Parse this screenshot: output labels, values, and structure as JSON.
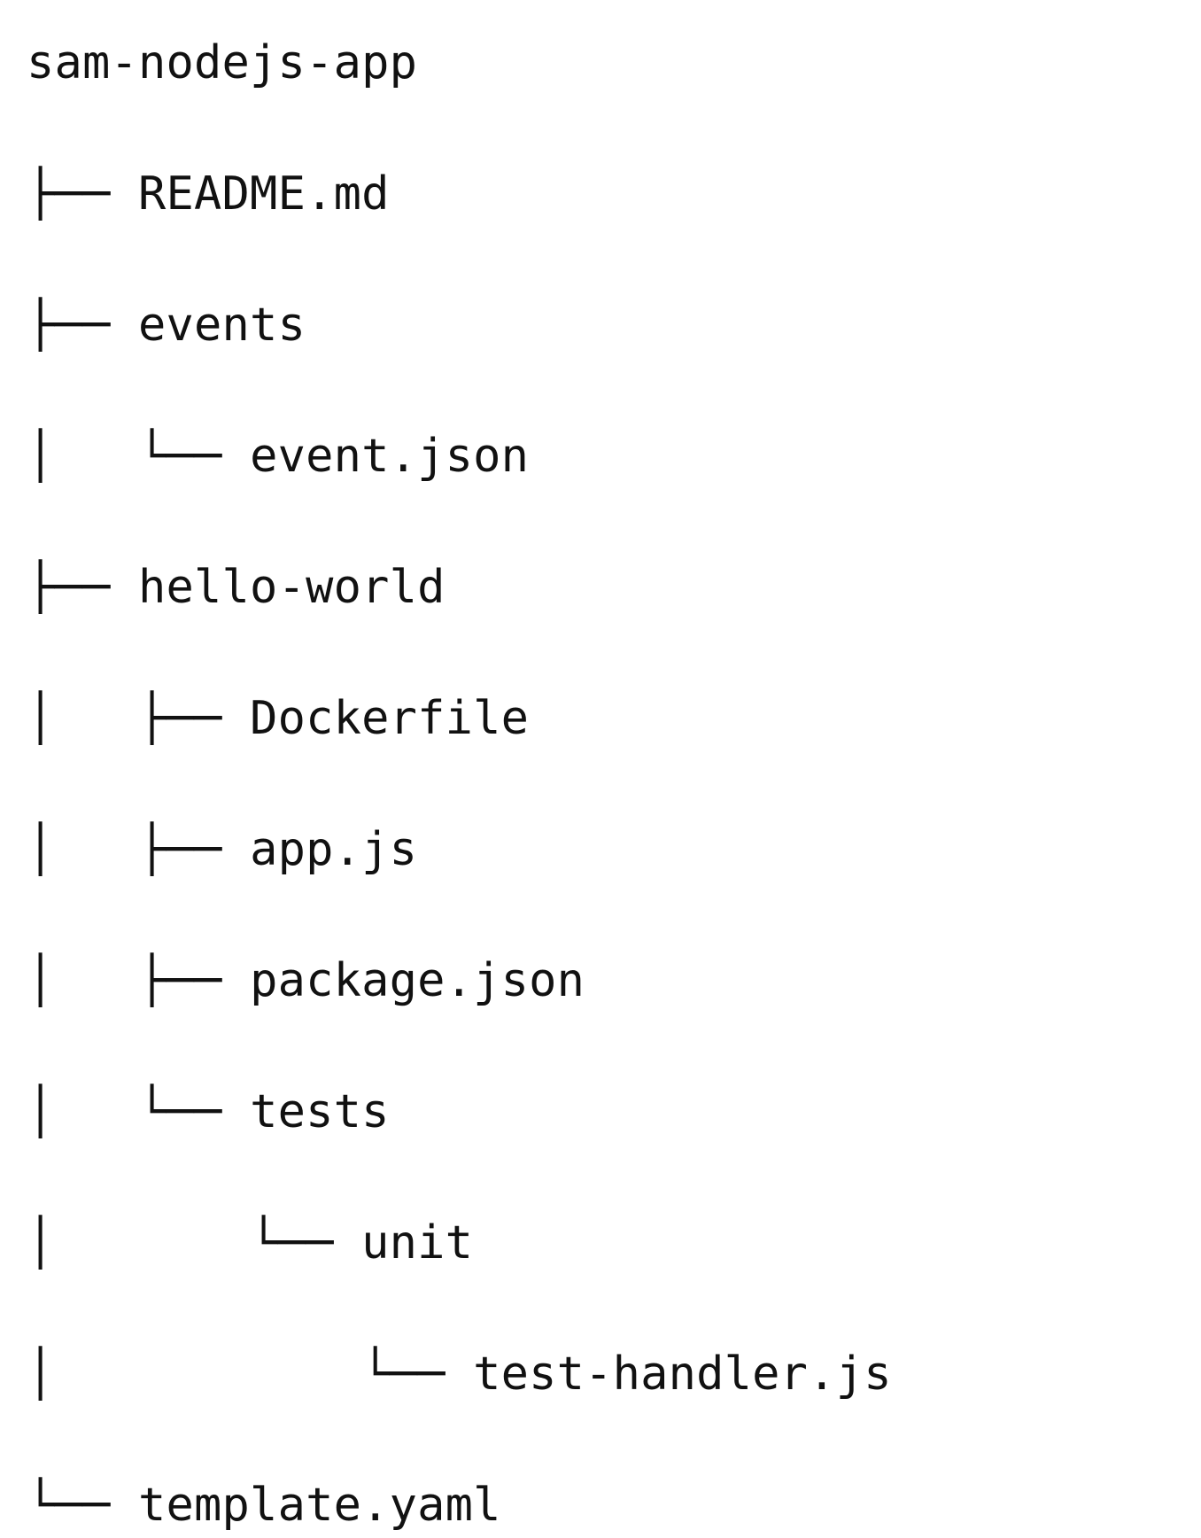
{
  "figure": {
    "kind": "ascii-directory-tree",
    "background_color": "#ffffff",
    "text_color": "#111111",
    "root_label": "sam-nodejs-app"
  },
  "tree": {
    "rows": [
      {
        "prefix": "",
        "label": "sam-nodejs-app",
        "depth": 0,
        "kind": "directory"
      },
      {
        "prefix": "├── ",
        "label": "README.md",
        "depth": 1,
        "kind": "file"
      },
      {
        "prefix": "├── ",
        "label": "events",
        "depth": 1,
        "kind": "directory"
      },
      {
        "prefix": "│   └── ",
        "label": "event.json",
        "depth": 2,
        "kind": "file"
      },
      {
        "prefix": "├── ",
        "label": "hello-world",
        "depth": 1,
        "kind": "directory"
      },
      {
        "prefix": "│   ├── ",
        "label": "Dockerfile",
        "depth": 2,
        "kind": "file"
      },
      {
        "prefix": "│   ├── ",
        "label": "app.js",
        "depth": 2,
        "kind": "file"
      },
      {
        "prefix": "│   ├── ",
        "label": "package.json",
        "depth": 2,
        "kind": "file"
      },
      {
        "prefix": "│   └── ",
        "label": "tests",
        "depth": 2,
        "kind": "directory"
      },
      {
        "prefix": "│       └── ",
        "label": "unit",
        "depth": 3,
        "kind": "directory"
      },
      {
        "prefix": "│           └── ",
        "label": "test-handler.js",
        "depth": 4,
        "kind": "file"
      },
      {
        "prefix": "└── ",
        "label": "template.yaml",
        "depth": 1,
        "kind": "file"
      }
    ]
  }
}
